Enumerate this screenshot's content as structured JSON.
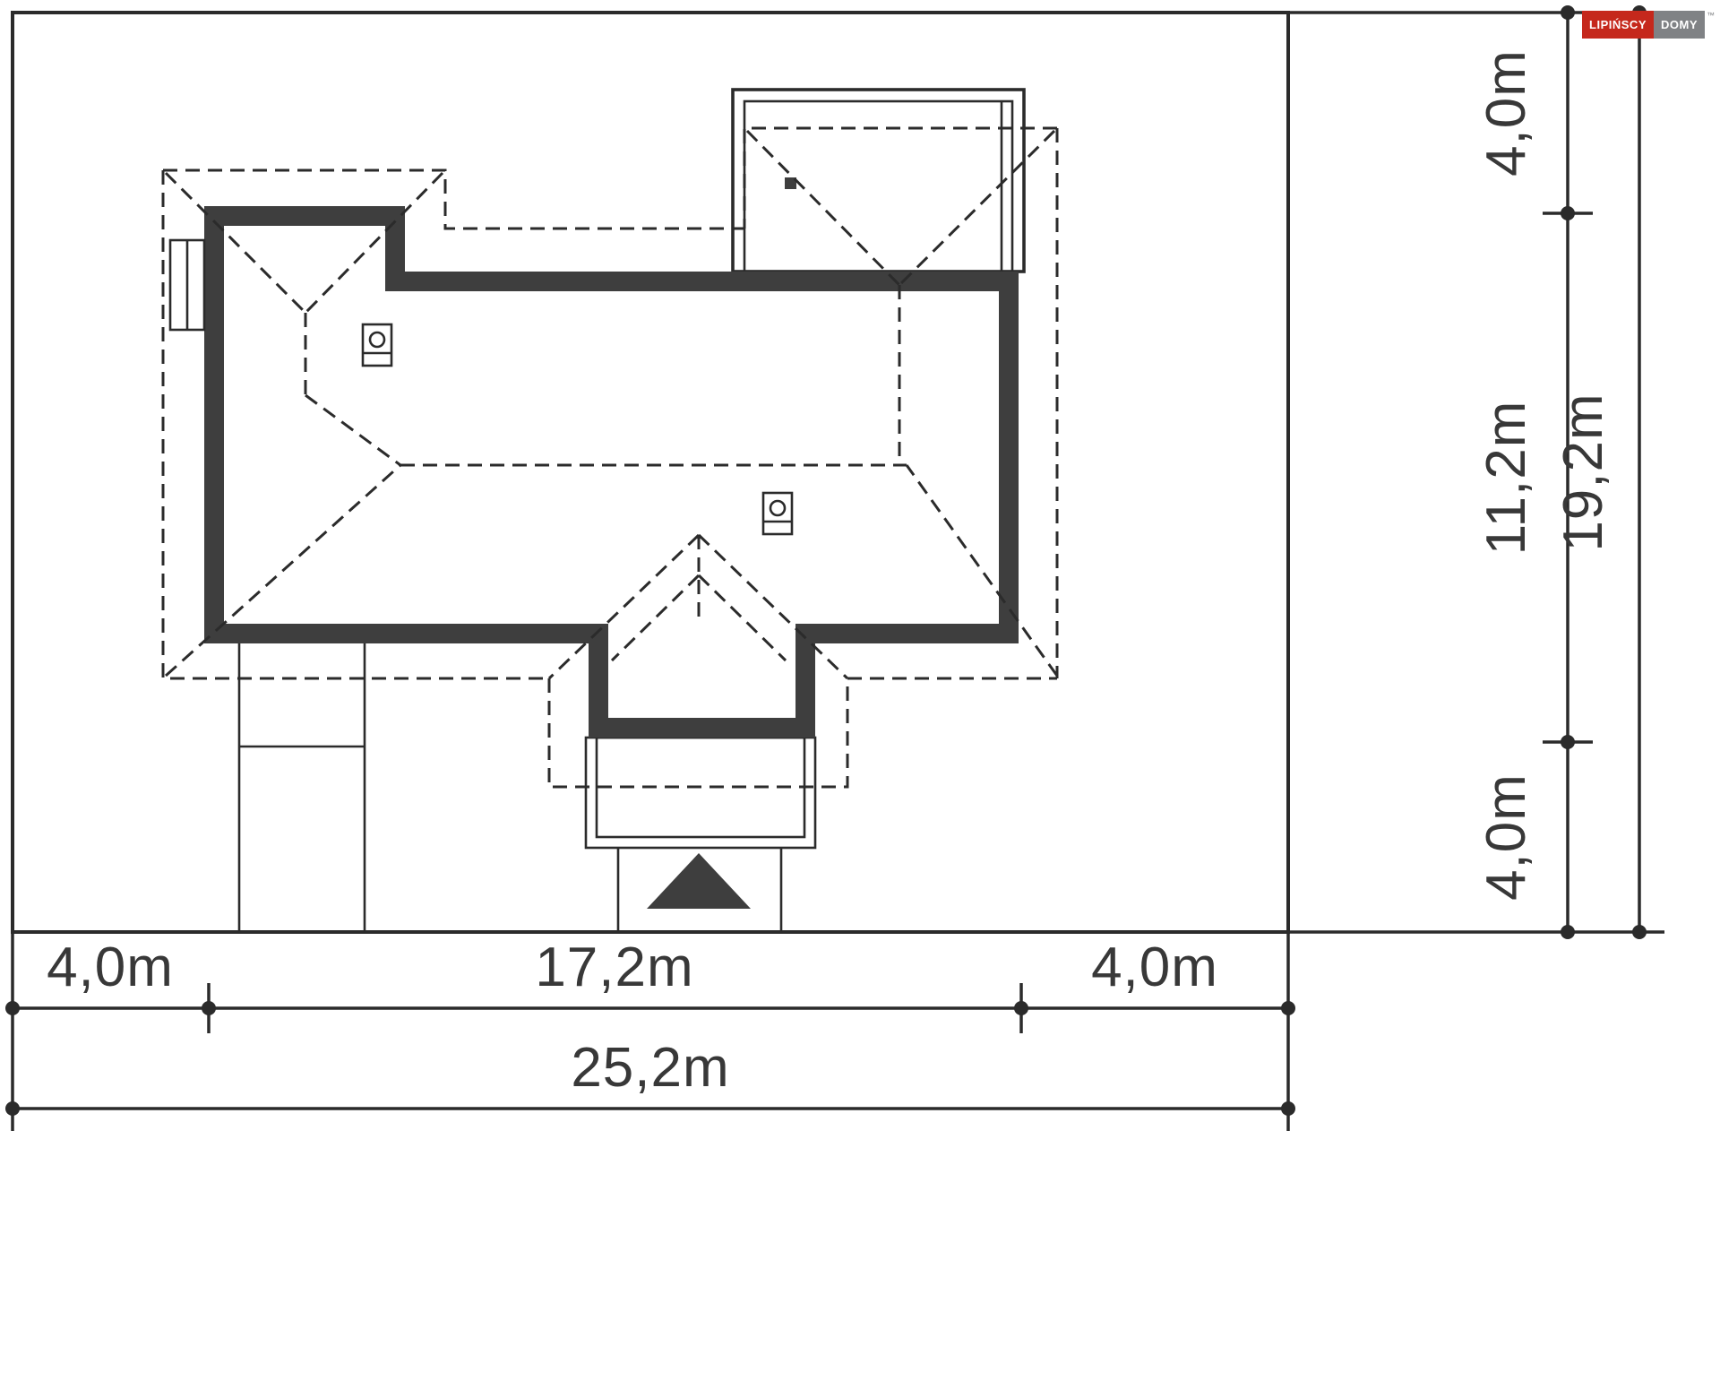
{
  "logo": {
    "primary": "LIPIŃSCY",
    "secondary": "DOMY",
    "trademark": "™"
  },
  "dimensions": {
    "bottom": {
      "left_setback": "4,0m",
      "house_width": "17,2m",
      "right_setback": "4,0m",
      "total_width": "25,2m"
    },
    "right": {
      "top_setback": "4,0m",
      "house_depth": "11,2m",
      "bottom_setback": "4,0m",
      "total_depth": "19,2m"
    }
  },
  "colors": {
    "wall_fill": "#3e3e3e",
    "line": "#2b2b2b",
    "dimension_text": "#383838",
    "logo_red": "#c5281c",
    "logo_gray": "#808285"
  }
}
